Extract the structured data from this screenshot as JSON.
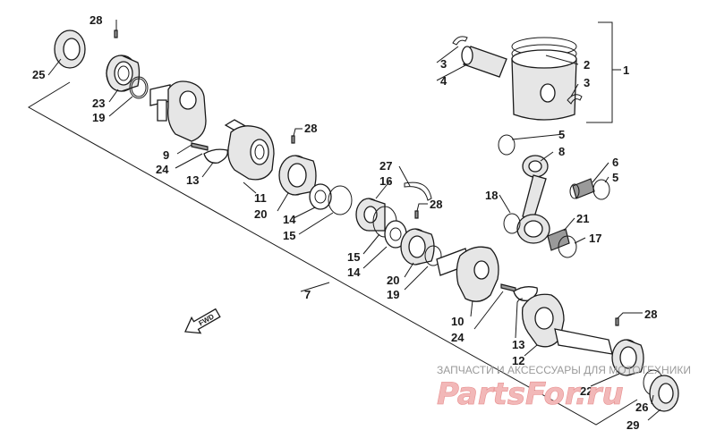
{
  "callouts": {
    "c1": "1",
    "c2": "2",
    "c3a": "3",
    "c3b": "3",
    "c4": "4",
    "c5a": "5",
    "c5b": "5",
    "c6": "6",
    "c7": "7",
    "c8": "8",
    "c9": "9",
    "c10": "10",
    "c11": "11",
    "c12": "12",
    "c13a": "13",
    "c13b": "13",
    "c14a": "14",
    "c14b": "14",
    "c15a": "15",
    "c15b": "15",
    "c16": "16",
    "c17": "17",
    "c18": "18",
    "c19a": "19",
    "c19b": "19",
    "c20a": "20",
    "c20b": "20",
    "c21": "21",
    "c22": "22",
    "c23": "23",
    "c24a": "24",
    "c24b": "24",
    "c25": "25",
    "c26": "26",
    "c27": "27",
    "c28a": "28",
    "c28b": "28",
    "c28c": "28",
    "c28d": "28",
    "c29": "29"
  },
  "direction_arrow": {
    "label": "FWD"
  },
  "watermark": {
    "caption": "ЗАПЧАСТИ И АКСЕССУАРЫ ДЛЯ МОТОТЕХНИКИ",
    "logo": "PartsFor.ru"
  }
}
